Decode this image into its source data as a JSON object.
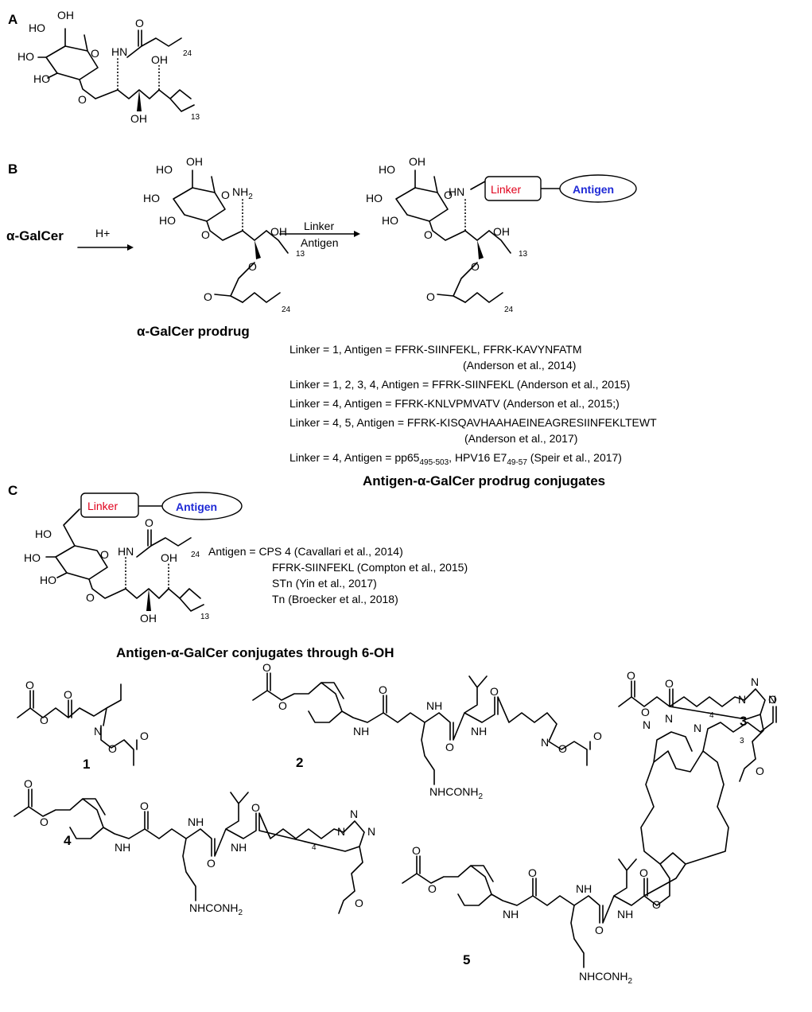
{
  "panels": [
    "A",
    "B",
    "C"
  ],
  "atoms": {
    "ho": "HO",
    "oh": "OH",
    "o": "O",
    "hn": "HN",
    "nh": "NH",
    "n": "N",
    "nh2": "NH",
    "two": "2",
    "ho_a": "HO",
    "ho_b": "HO",
    "oh_a": "OH",
    "nhconh": "NHCONH"
  },
  "subscripts": {
    "s24": "24",
    "s13": "13",
    "s4": "4",
    "s3": "3"
  },
  "reaction": {
    "start": "α-GalCer",
    "reagent1": "H+",
    "reagent2_top": "Linker",
    "reagent2_bottom": "Antigen",
    "prodrug_label": "α-GalCer prodrug",
    "conjugate_label": "Antigen-α-GalCer prodrug conjugates"
  },
  "boxes": {
    "linker": "Linker",
    "antigen": "Antigen"
  },
  "panel_b_lines": [
    "Linker = 1, Antigen = FFRK-SIINFEKL, FFRK-KAVYNFATM",
    "(Anderson et al., 2014)",
    "Linker = 1, 2, 3, 4, Antigen = FFRK-SIINFEKL (Anderson et al., 2015)",
    "Linker = 4, Antigen = FFRK-KNLVPMVATV  (Anderson et al., 2015;)",
    "Linker = 4, 5, Antigen = FFRK-KISQAVHAAHAEINEAGRESIINFEKLTEWT",
    "(Anderson et al., 2017)"
  ],
  "panel_b_last": {
    "prefix": "Linker = 4, Antigen = pp65",
    "sub1": "495-503",
    "mid": ", HPV16 E7",
    "sub2": "49-57",
    "suffix": " (Speir et al., 2017)"
  },
  "panel_c_lines": [
    "Antigen = CPS 4 (Cavallari et al., 2014)",
    "FFRK-SIINFEKL (Compton et al., 2015)",
    "STn (Yin et al., 2017)",
    "Tn (Broecker et al., 2018)"
  ],
  "panel_c_caption": "Antigen-α-GalCer conjugates through 6-OH",
  "linker_numbers": [
    "1",
    "2",
    "3",
    "4",
    "5"
  ]
}
